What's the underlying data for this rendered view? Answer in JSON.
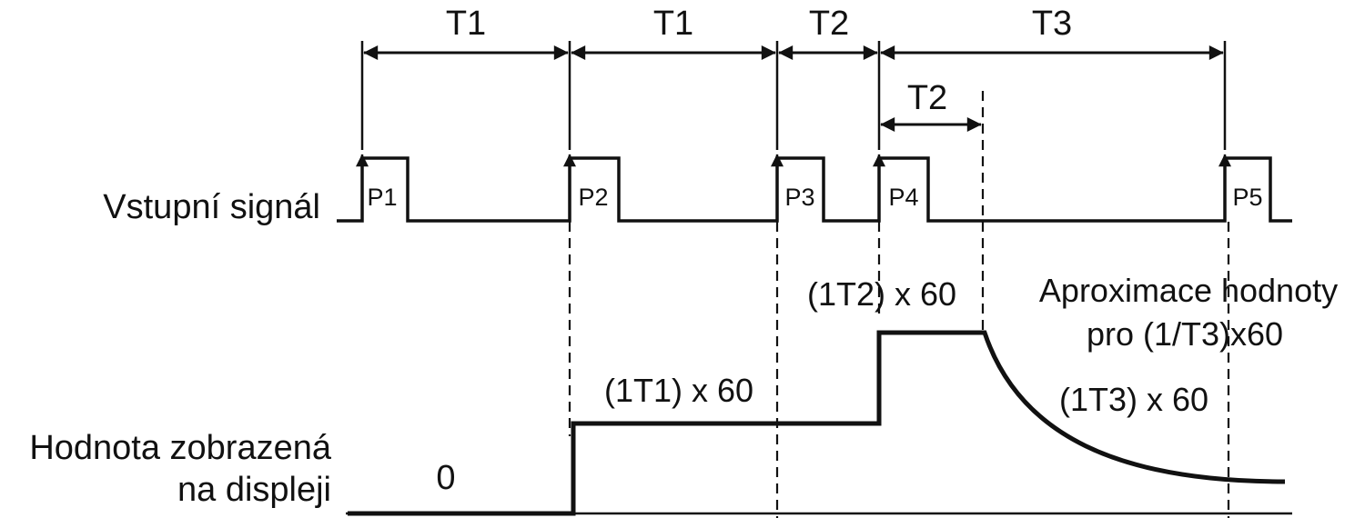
{
  "intervals": {
    "t1a": "T1",
    "t1b": "T1",
    "t2": "T2",
    "t3": "T3",
    "t2_sub": "T2"
  },
  "pulses": [
    "P1",
    "P2",
    "P3",
    "P4",
    "P5"
  ],
  "rows": {
    "input_signal": "Vstupní signál",
    "display_line1": "Hodnota zobrazená",
    "display_line2": "na displeji"
  },
  "values": {
    "zero": "0",
    "t1_formula": "(1T1) x 60",
    "t2_formula": "(1T2) x 60",
    "t3_formula": "(1T3) x 60",
    "approx_line1": "Aproximace hodnoty",
    "approx_line2": "pro (1/T3)x60"
  }
}
